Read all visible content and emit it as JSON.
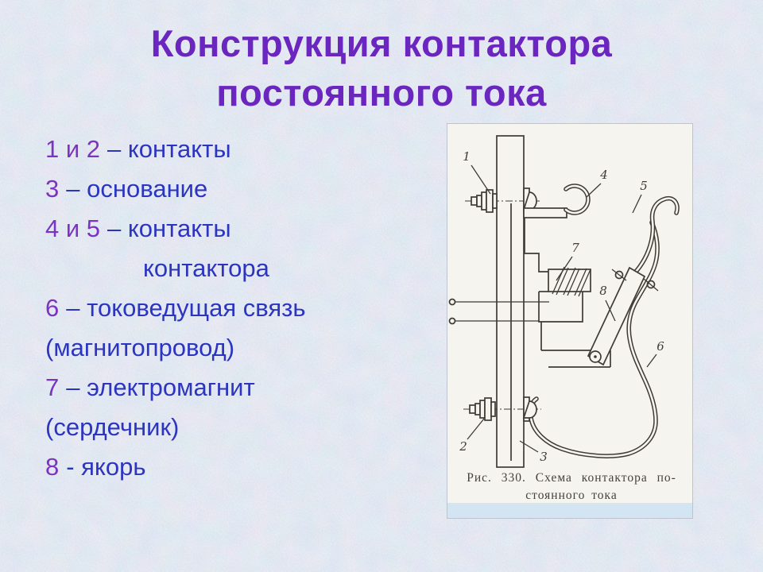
{
  "title": {
    "line1": "Конструкция контактора",
    "line2": "постоянного тока"
  },
  "legend": {
    "items": [
      {
        "num": "1 и 2",
        "text": "– контакты"
      },
      {
        "num": "3",
        "text": "– основание"
      },
      {
        "num": "4 и 5",
        "text": "– контакты"
      },
      {
        "num": "",
        "text": "контактора"
      },
      {
        "num": "6",
        "text": "– токоведущая связь"
      },
      {
        "num": "",
        "text": "(магнитопровод)"
      },
      {
        "num": "7",
        "text": "– электромагнит"
      },
      {
        "num": "",
        "text": "(сердечник)"
      },
      {
        "num": "8",
        "text": "- якорь"
      }
    ]
  },
  "figure": {
    "labels": {
      "n1": "1",
      "n2": "2",
      "n3": "3",
      "n4": "4",
      "n5": "5",
      "n6": "6",
      "n7": "7",
      "n8": "8"
    },
    "caption_line1": "Рис. 330. Схема контактора по-",
    "caption_line2": "стоянного тока"
  },
  "colors": {
    "background": "#c9d5ea",
    "title": "#6a26bf",
    "legend_number": "#7c33c2",
    "legend_text": "#2b35bf",
    "panel": "#f5f4ee",
    "diagram_line": "#3f3b34",
    "caption": "#46423b"
  }
}
